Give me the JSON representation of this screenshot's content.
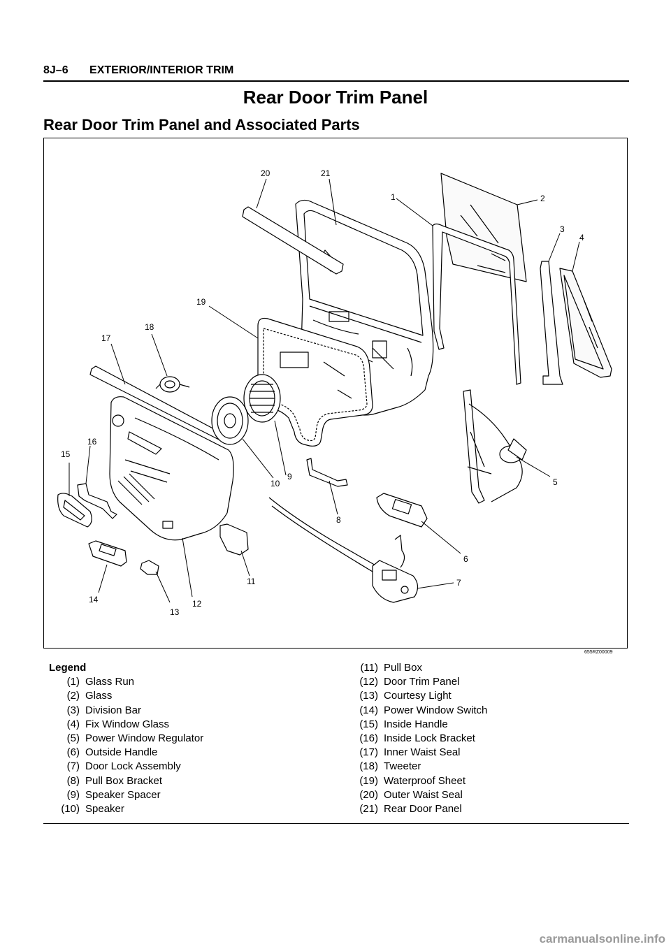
{
  "header": {
    "section": "8J–6",
    "chapter": "EXTERIOR/INTERIOR TRIM"
  },
  "title": "Rear Door Trim Panel",
  "subtitle": "Rear Door Trim Panel and Associated Parts",
  "figure_code": "655RZ00009",
  "callouts": [
    "1",
    "2",
    "3",
    "4",
    "5",
    "6",
    "7",
    "8",
    "9",
    "10",
    "11",
    "12",
    "13",
    "14",
    "15",
    "16",
    "17",
    "18",
    "19",
    "20",
    "21"
  ],
  "legend": {
    "heading": "Legend",
    "left": [
      {
        "num": "(1)",
        "label": "Glass Run"
      },
      {
        "num": "(2)",
        "label": "Glass"
      },
      {
        "num": "(3)",
        "label": "Division Bar"
      },
      {
        "num": "(4)",
        "label": "Fix Window Glass"
      },
      {
        "num": "(5)",
        "label": "Power Window Regulator"
      },
      {
        "num": "(6)",
        "label": "Outside Handle"
      },
      {
        "num": "(7)",
        "label": "Door Lock Assembly"
      },
      {
        "num": "(8)",
        "label": "Pull Box Bracket"
      },
      {
        "num": "(9)",
        "label": "Speaker Spacer"
      },
      {
        "num": "(10)",
        "label": "Speaker"
      }
    ],
    "right": [
      {
        "num": "(11)",
        "label": "Pull Box"
      },
      {
        "num": "(12)",
        "label": "Door Trim Panel"
      },
      {
        "num": "(13)",
        "label": "Courtesy Light"
      },
      {
        "num": "(14)",
        "label": "Power Window Switch"
      },
      {
        "num": "(15)",
        "label": "Inside Handle"
      },
      {
        "num": "(16)",
        "label": "Inside Lock Bracket"
      },
      {
        "num": "(17)",
        "label": "Inner Waist Seal"
      },
      {
        "num": "(18)",
        "label": "Tweeter"
      },
      {
        "num": "(19)",
        "label": "Waterproof Sheet"
      },
      {
        "num": "(20)",
        "label": "Outer Waist Seal"
      },
      {
        "num": "(21)",
        "label": "Rear Door Panel"
      }
    ]
  },
  "watermark": "carmanualsonline.info"
}
